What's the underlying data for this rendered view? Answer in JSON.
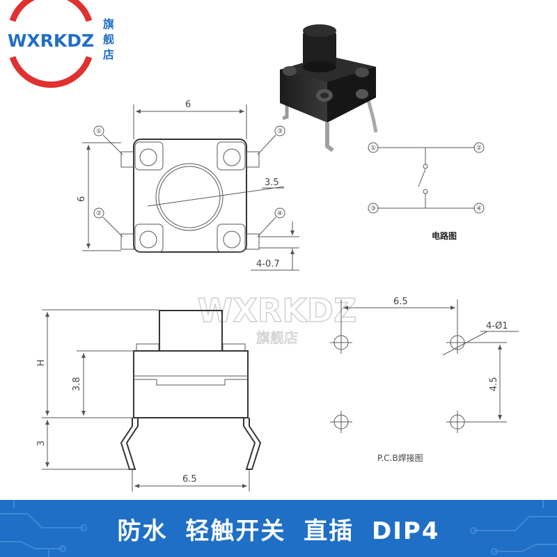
{
  "logo": {
    "brand": "WXRKDZ",
    "store": [
      "旗",
      "舰",
      "店"
    ]
  },
  "watermark": {
    "brand": "WXRKDZ",
    "store": "旗舰店"
  },
  "top_view": {
    "width": "6",
    "height": "6",
    "actuator_dia": "3.5",
    "lead": "4-0.7",
    "pins": [
      "①",
      "②",
      "③",
      "④"
    ]
  },
  "circuit": {
    "caption": "电路图",
    "pins": [
      "①",
      "②",
      "③",
      "④"
    ]
  },
  "side_view": {
    "height": "H",
    "body_height": "3.8",
    "lead_length": "3",
    "lead_span": "6.5"
  },
  "pcb": {
    "hole_span": "6.5",
    "hole_pitch": "4.5",
    "hole_dia": "4-Ø1",
    "caption": "P.C.B焊接图"
  },
  "banner": {
    "text": "防水 轻触开关 直插 DIP4",
    "color": "#1f6fc6"
  }
}
